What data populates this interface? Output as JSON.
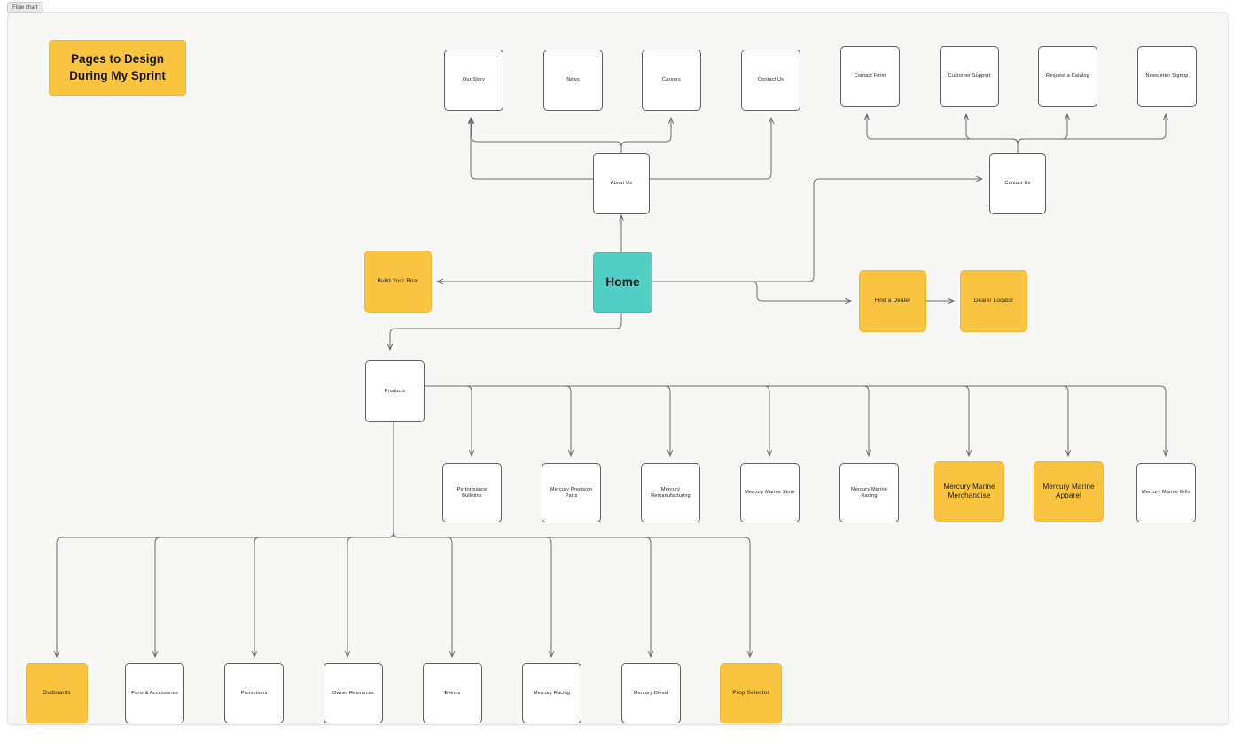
{
  "window": {
    "tab_label": "Flow chart"
  },
  "canvas": {
    "background_color": "#f7f7f6",
    "accent_color": "#f9c440",
    "home_color": "#51cfc4",
    "node_border_color": "#5e6063",
    "edge_color": "#6c6e70"
  },
  "title_card": {
    "line1": "Pages to Design",
    "line2": "During My Sprint"
  },
  "nodes": {
    "home": {
      "label": "Home",
      "style": "home"
    },
    "about_us": {
      "label": "About Us",
      "style": "plain"
    },
    "contact_us_hub": {
      "label": "Contact Us",
      "style": "plain"
    },
    "build_your_boat": {
      "label": "Build Your Boat",
      "style": "accent"
    },
    "find_a_dealer": {
      "label": "Find a Dealer",
      "style": "accent"
    },
    "dealer_locator": {
      "label": "Dealer Locator",
      "style": "accent"
    },
    "products": {
      "label": "Products",
      "style": "plain"
    }
  },
  "about_children": [
    {
      "label": "Our Story",
      "style": "plain"
    },
    {
      "label": "News",
      "style": "plain"
    },
    {
      "label": "Careers",
      "style": "plain"
    },
    {
      "label": "Contact Us",
      "style": "plain"
    }
  ],
  "contact_children": [
    {
      "label": "Contact Form",
      "style": "plain"
    },
    {
      "label": "Customer Support",
      "style": "plain"
    },
    {
      "label": "Request a Catalog",
      "style": "plain"
    },
    {
      "label": "Newsletter Signup",
      "style": "plain"
    }
  ],
  "product_children": [
    {
      "label": "Performance Bulletins",
      "style": "plain",
      "line1": "Performance Bulletins",
      "line2": ""
    },
    {
      "label": "Mercury Precision Parts",
      "style": "plain",
      "line1": "Mercury Precision",
      "line2": "Parts"
    },
    {
      "label": "Mercury Remanufacturing",
      "style": "plain",
      "line1": "Mercury",
      "line2": "Remanufacturing"
    },
    {
      "label": "Mercury Marine Store",
      "style": "plain",
      "line1": "Mercury Marine Store",
      "line2": ""
    },
    {
      "label": "Mercury Marine Racing",
      "style": "plain",
      "line1": "Mercury Marine",
      "line2": "Racing"
    },
    {
      "label": "Mercury Marine Merchandise",
      "style": "accent",
      "line1": "Mercury Marine",
      "line2": "Merchandise"
    },
    {
      "label": "Mercury Marine Apparel",
      "style": "accent",
      "line1": "Mercury Marine",
      "line2": "Apparel"
    },
    {
      "label": "Mercury Marine Gifts",
      "style": "plain",
      "line1": "Mercury Marine Gifts",
      "line2": ""
    }
  ],
  "bottom_children": [
    {
      "label": "Outboards",
      "style": "accent"
    },
    {
      "label": "Parts & Accessories",
      "style": "plain"
    },
    {
      "label": "Promotions",
      "style": "plain"
    },
    {
      "label": "Owner Resources",
      "style": "plain"
    },
    {
      "label": "Events",
      "style": "plain"
    },
    {
      "label": "Mercury Racing",
      "style": "plain"
    },
    {
      "label": "Mercury Diesel",
      "style": "plain"
    },
    {
      "label": "Prop Selector",
      "style": "accent"
    }
  ]
}
